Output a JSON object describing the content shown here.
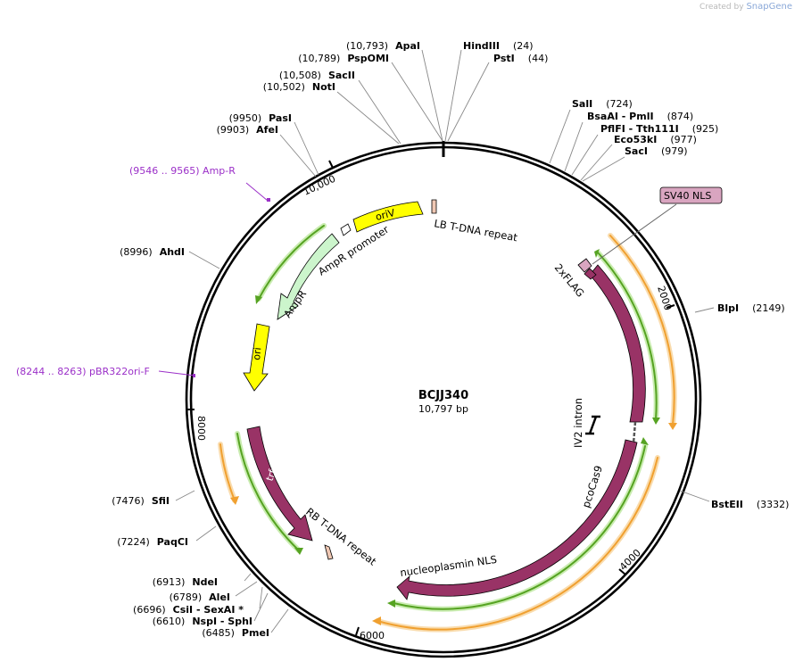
{
  "watermark": {
    "prefix": "Created by",
    "brand": "SnapGene"
  },
  "plasmid": {
    "name": "BCJJ340",
    "length": "10,797 bp"
  },
  "ticks": [
    {
      "text": "2000"
    },
    {
      "text": "4000"
    },
    {
      "text": "6000"
    },
    {
      "text": "8000"
    },
    {
      "text": "10,000"
    }
  ],
  "sites": [
    {
      "pos": "(10,793)",
      "name": "ApaI"
    },
    {
      "pos": "(10,789)",
      "name": "PspOMI"
    },
    {
      "pos": "(10,508)",
      "name": "SacII"
    },
    {
      "pos": "(10,502)",
      "name": "NotI"
    },
    {
      "pos": "(9950)",
      "name": "PasI"
    },
    {
      "pos": "(9903)",
      "name": "AfeI"
    },
    {
      "pos": "(8996)",
      "name": "AhdI"
    },
    {
      "pos": "(7476)",
      "name": "SfiI"
    },
    {
      "pos": "(7224)",
      "name": "PaqCI"
    },
    {
      "pos": "(6913)",
      "name": "NdeI"
    },
    {
      "pos": "(6789)",
      "name": "AleI"
    },
    {
      "pos": "(6696)",
      "name": "CsiI  - SexAI *"
    },
    {
      "pos": "(6610)",
      "name": "NspI  - SphI"
    },
    {
      "pos": "(6485)",
      "name": "PmeI"
    },
    {
      "pos": "(24)",
      "name": "HindIII"
    },
    {
      "pos": "(44)",
      "name": "PstI"
    },
    {
      "pos": "(724)",
      "name": "SalI"
    },
    {
      "pos": "(874)",
      "name": "BsaAI  - PmlI"
    },
    {
      "pos": "(925)",
      "name": "PflFI  - Tth111I"
    },
    {
      "pos": "(977)",
      "name": "Eco53kI"
    },
    {
      "pos": "(979)",
      "name": "SacI"
    },
    {
      "pos": "(2149)",
      "name": "BlpI"
    },
    {
      "pos": "(3332)",
      "name": "BstEII"
    }
  ],
  "primers": [
    {
      "text": "(9546 .. 9565)  Amp-R"
    },
    {
      "text": "(8244 .. 8263)  pBR322ori-F"
    }
  ],
  "features": [
    {
      "name": "oriV"
    },
    {
      "name": "LB T-DNA repeat"
    },
    {
      "name": "AmpR promoter"
    },
    {
      "name": "AmpR"
    },
    {
      "name": "ori"
    },
    {
      "name": "trfA"
    },
    {
      "name": "RB T-DNA repeat"
    },
    {
      "name": "2xFLAG"
    },
    {
      "name": "IV2 intron"
    },
    {
      "name": "pcoCas9"
    },
    {
      "name": "nucleoplasmin NLS"
    },
    {
      "name": "SV40 NLS"
    }
  ],
  "colors": {
    "backbone": "#000000",
    "oriV": "#ffff00",
    "ori": "#ffff00",
    "AmpR": "#ccf5cc",
    "cds": "#993366",
    "tdna": "#f0c8b4",
    "sv40": "#d9a5c0",
    "orf_orange": "#f0a030",
    "orf_green": "#56a322",
    "primer": "#9b30c8"
  }
}
